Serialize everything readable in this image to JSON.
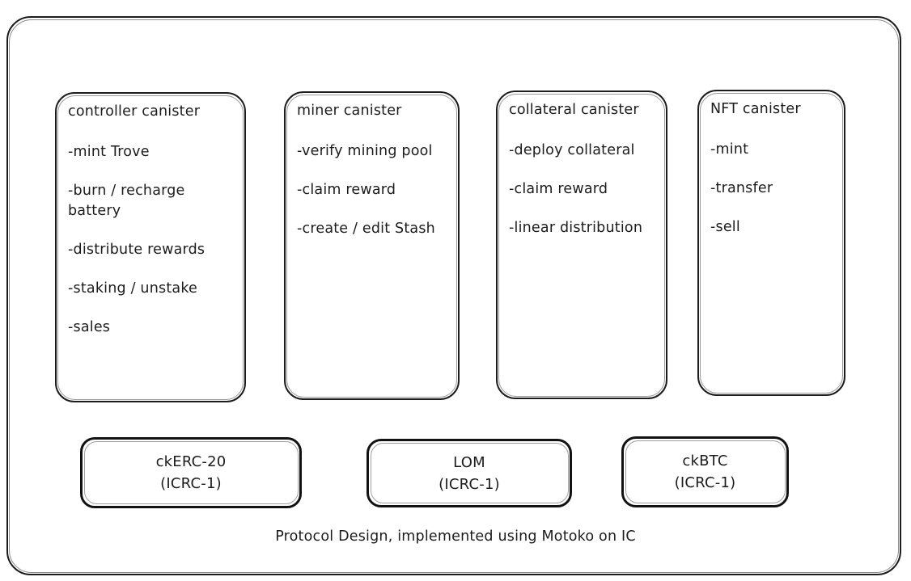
{
  "diagram": {
    "caption": "Protocol Design, implemented using Motoko on IC",
    "colors": {
      "stroke": "#1c1c1c",
      "background": "#ffffff",
      "text": "#1c1c1c"
    },
    "canisters": [
      {
        "title": "controller canister",
        "items": [
          "-mint Trove",
          "-burn / recharge battery",
          "-distribute rewards",
          "-staking / unstake",
          "-sales"
        ]
      },
      {
        "title": "miner canister",
        "items": [
          "-verify mining pool",
          "-claim reward",
          "-create / edit Stash"
        ]
      },
      {
        "title": "collateral canister",
        "items": [
          "-deploy collateral",
          "-claim reward",
          "-linear distribution"
        ]
      },
      {
        "title": "NFT canister",
        "items": [
          "-mint",
          "-transfer",
          "-sell"
        ]
      }
    ],
    "tokens": [
      {
        "name": "ckERC-20",
        "standard": "(ICRC-1)"
      },
      {
        "name": "LOM",
        "standard": "(ICRC-1)"
      },
      {
        "name": "ckBTC",
        "standard": "(ICRC-1)"
      }
    ]
  }
}
